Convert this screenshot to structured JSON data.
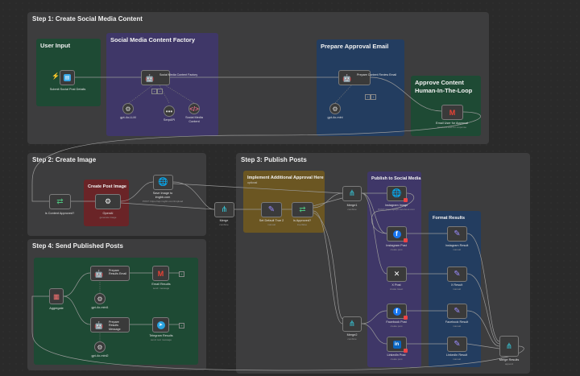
{
  "steps": {
    "step1": "Step 1: Create Social Media Content",
    "step2": "Step 2: Create Image",
    "step3": "Step 3: Publish Posts",
    "step4": "Step 4: Send Published Posts"
  },
  "groups": {
    "user_input": "User Input",
    "factory": "Social Media Content Factory",
    "prepare_email": "Prepare Approval Email",
    "approve": "Approve Content Human-In-The-Loop",
    "create_image": "Create Post Image",
    "additional_approval": "Implement Additional Approval Here",
    "additional_approval_sub": "optional",
    "publish": "Publish to Social Media",
    "format": "Format Results"
  },
  "nodes": {
    "submit": "Submit Social Post Details",
    "factory_node": "Social Media Content Factory",
    "gpt4o1": "gpt-4o-LLM",
    "serpapi": "SerpAPI",
    "sm_content": "Social Media Content",
    "prepare_review": "Prepare Content Review Email",
    "gpt4o2": "gpt-4o-mini",
    "email_user": "Email User for Approval",
    "email_user_sub": "send and wait for response",
    "is_approved_main": "Is Content Approved?",
    "openai": "OpenAI",
    "openai_sub": "generate image",
    "save_image": "Save Image to imgbb.com",
    "save_image_sub": "POST: https://api.imgbb.com/1/upload",
    "merge": "Merge",
    "merge_sub": "combine",
    "set_default": "Set Default True 2",
    "set_default_sub": "manual",
    "is_approved2": "Is Approved?",
    "is_approved2_sub": "true/false",
    "merge1": "Merge1",
    "merge1_sub": "combine",
    "merge2": "Merge2",
    "merge2_sub": "combine",
    "instagram_image": "Instagram Image",
    "instagram_image_sub": "POST: https://graph.facebook.com",
    "instagram_post": "Instagram Post",
    "instagram_post_sub": "create post",
    "x_post": "X Post",
    "x_post_sub": "create tweet",
    "facebook_post": "Facebook Post",
    "facebook_post_sub": "create post",
    "linkedin_post": "LinkedIn Post",
    "linkedin_post_sub": "create post",
    "ig_result": "Instagram Result",
    "x_result": "X Result",
    "fb_result": "Facebook Result",
    "li_result": "LinkedIn Result",
    "result_sub": "manual",
    "merge_results": "Merge Results",
    "merge_results_sub": "append",
    "aggregate": "Aggregate",
    "prep_email_node": "Prepare Results Email",
    "prep_msg_node": "Prepare Results Message",
    "email_results": "Email Results",
    "email_results_sub": "send: message",
    "telegram_results": "Telegram Results",
    "telegram_results_sub": "send: text message",
    "gpt4o3": "gpt-4o-mini1",
    "gpt4o4": "gpt-4o-mini2"
  },
  "icons": {
    "bot": "bot-icon",
    "gmail": "gmail-icon",
    "globe": "globe-icon",
    "merge": "merge-icon"
  },
  "colors": {
    "green": "#1e4a34",
    "purple": "#3f3768",
    "blue": "#233d60",
    "red": "#6a2427",
    "yellow": "#6b5622"
  }
}
